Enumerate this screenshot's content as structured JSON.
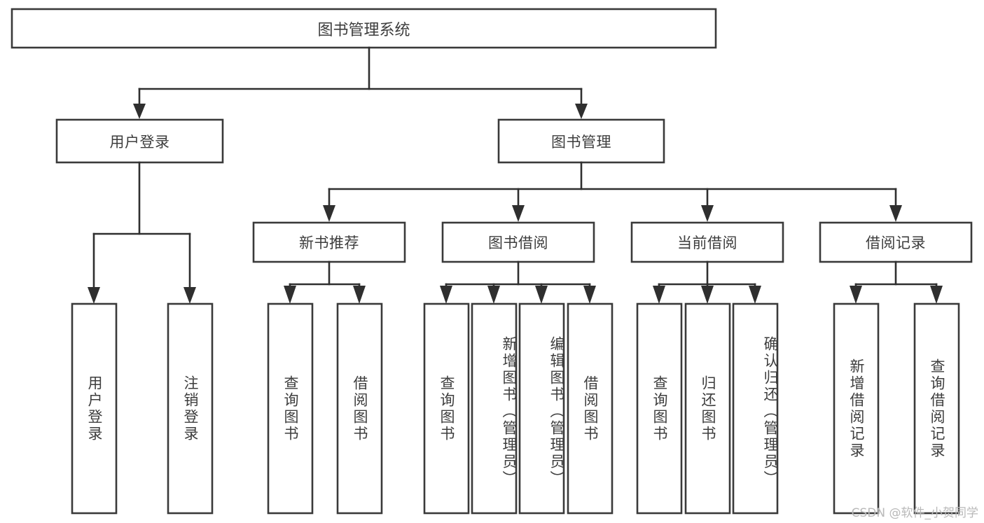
{
  "diagram": {
    "type": "tree-hierarchy",
    "title": "图书管理系统",
    "orientation": "top-down",
    "colors": {
      "background": "#ffffff",
      "box_fill": "#ffffff",
      "box_stroke": "#3a3a3a",
      "connector": "#2f2f2f",
      "text": "#3d3d3d",
      "watermark": "#b9b9b9"
    },
    "root": {
      "label": "图书管理系统"
    },
    "level1": [
      {
        "label": "用户登录"
      },
      {
        "label": "图书管理"
      }
    ],
    "level2": [
      {
        "label": "新书推荐"
      },
      {
        "label": "图书借阅"
      },
      {
        "label": "当前借阅"
      },
      {
        "label": "借阅记录"
      }
    ],
    "leaves": {
      "user_login": [
        {
          "label": "用户登录"
        },
        {
          "label": "注销登录"
        }
      ],
      "new_book_recommend": [
        {
          "label": "查询图书"
        },
        {
          "label": "借阅图书"
        }
      ],
      "book_borrow": [
        {
          "label": "查询图书"
        },
        {
          "label": "新增图书（管理员）"
        },
        {
          "label": "编辑图书（管理员）"
        },
        {
          "label": "借阅图书"
        }
      ],
      "current_borrow": [
        {
          "label": "查询图书"
        },
        {
          "label": "归还图书"
        },
        {
          "label": "确认归还（管理员）"
        }
      ],
      "borrow_record": [
        {
          "label": "新增借阅记录"
        },
        {
          "label": "查询借阅记录"
        }
      ]
    }
  },
  "watermark": {
    "text": "CSDN @软件_小贺同学"
  }
}
